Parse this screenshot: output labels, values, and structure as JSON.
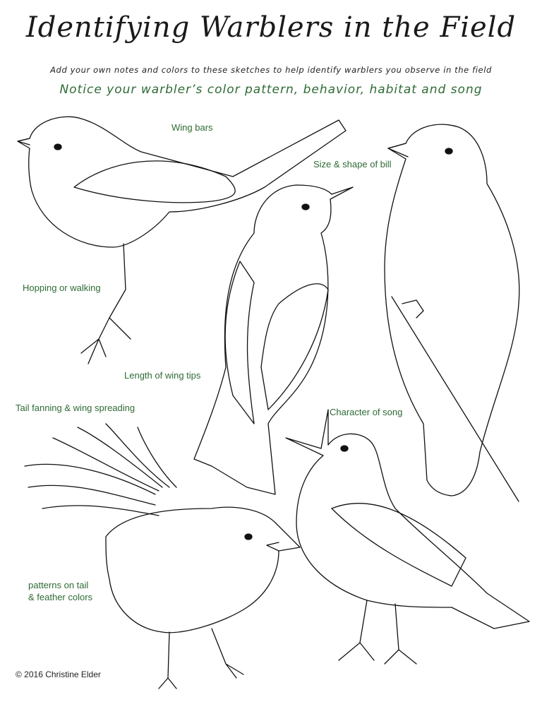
{
  "title": "Identifying Warblers in the Field",
  "subtitle": "Add your own notes and colors to these sketches to help identify warblers you observe in the field",
  "notice": "Notice your warbler’s color pattern, behavior, habitat and song",
  "labels": {
    "wing_bars": "Wing bars",
    "bill": "Size  & shape of bill",
    "hopping": "Hopping or walking",
    "wing_tips": "Length of wing tips",
    "tail_fanning": "Tail fanning & wing spreading",
    "song": "Character of song",
    "patterns_1": "patterns  on tail",
    "patterns_2": "& feather colors"
  },
  "copyright": "© 2016 Christine Elder",
  "colors": {
    "accent": "#2e6b35",
    "ink": "#111111"
  }
}
